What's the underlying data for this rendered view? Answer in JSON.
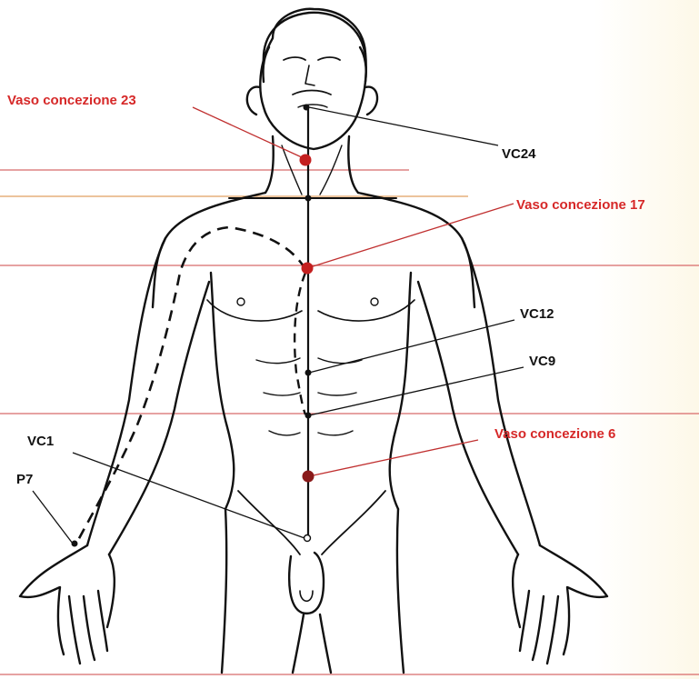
{
  "labels": {
    "vc23": "Vaso concezione 23",
    "vc24": "VC24",
    "vc17": "Vaso concezione 17",
    "vc12": "VC12",
    "vc9": "VC9",
    "vc6": "Vaso concezione 6",
    "vc1": "VC1",
    "p7": "P7"
  },
  "colors": {
    "accent_red": "#d62828",
    "guide_line": "#d86a6a",
    "ink": "#111111"
  }
}
